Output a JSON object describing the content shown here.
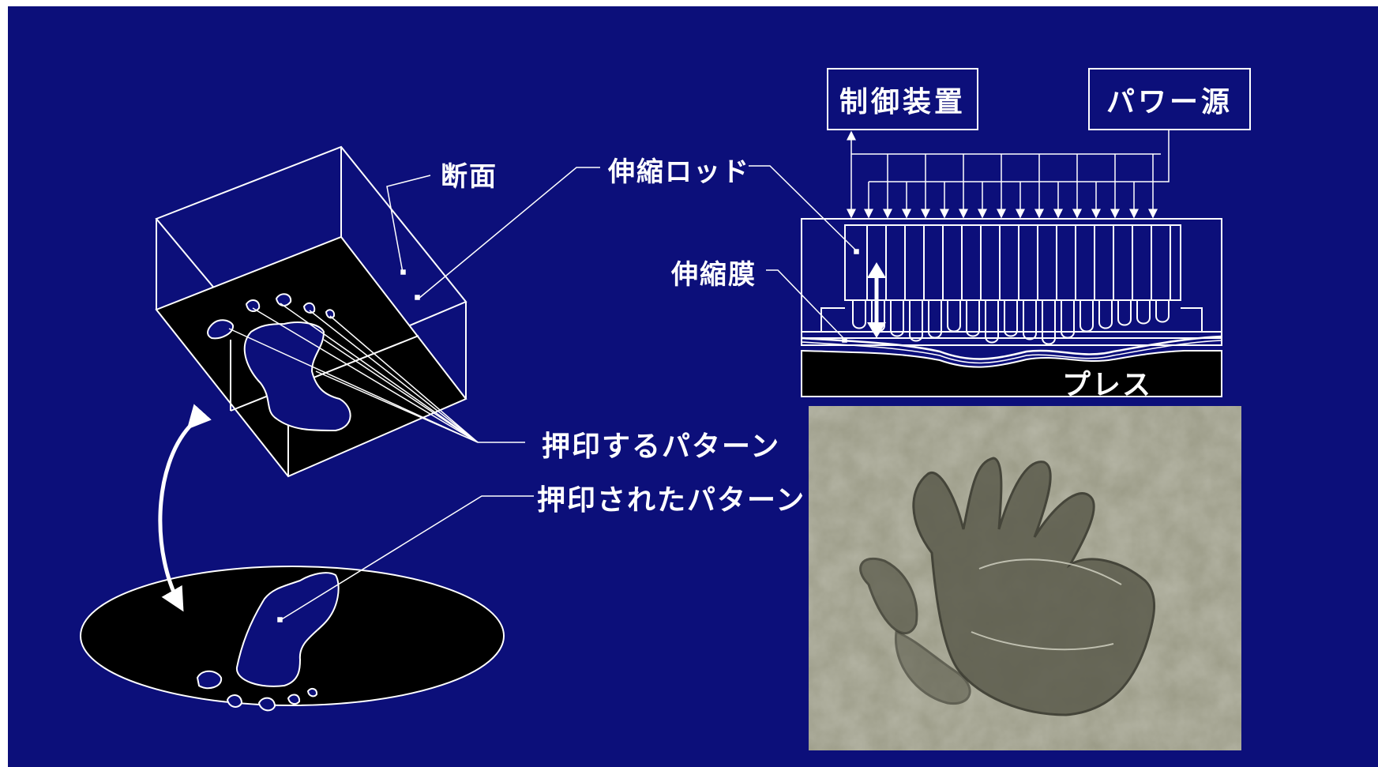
{
  "labels": {
    "cross_section": "断面",
    "rod": "伸縮ロッド",
    "membrane": "伸縮膜",
    "controller": "制御装置",
    "power": "パワー源",
    "press": "プレス",
    "stamp_pattern": "押印するパターン",
    "stamped_pattern": "押印されたパターン"
  },
  "colors": {
    "background": "#0c0f7a",
    "line": "#ffffff",
    "fill": "#000000",
    "sand": "#9a9a86"
  },
  "icons": {
    "arrow": "double-headed-curved-arrow",
    "vertical_arrow": "double-headed-vertical-arrow"
  }
}
